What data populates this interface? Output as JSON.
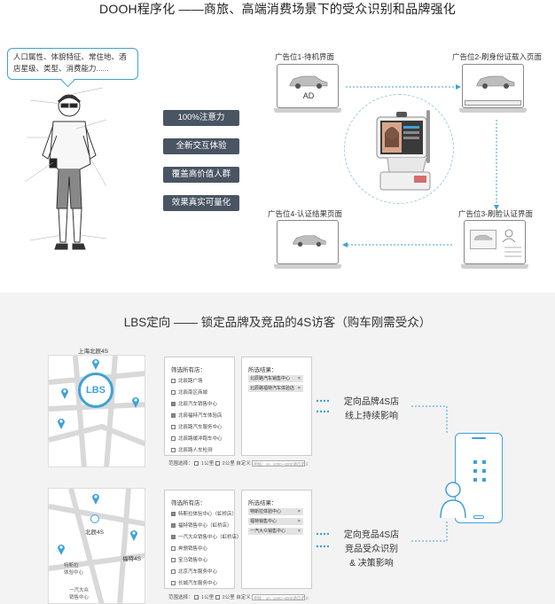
{
  "top": {
    "title": "DOOH程序化 ——商旅、高端消费场景下的受众识别和品牌强化",
    "bubble_text": "人口属性、体貌特征、常住地、酒店星级、类型、消费能力......",
    "pills": [
      "100%注意力",
      "全新交互体验",
      "覆盖高价值人群",
      "效果真实可量化"
    ],
    "ad_screens": [
      {
        "label": "广告位1-待机界面",
        "content": "AD"
      },
      {
        "label": "广告位2-刷身份证载入页面",
        "content": ""
      },
      {
        "label": "广告位4-认证结果页面",
        "content": ""
      },
      {
        "label": "广告位3-刷脸认证界面",
        "content": ""
      }
    ]
  },
  "bottom": {
    "title": "LBS定向 —— 锁定品牌及竞品的4S访客（购车刚需受众）",
    "map1": {
      "header": "上海北辰4S",
      "badge": "LBS"
    },
    "map2": {
      "label_north": "北辰4S",
      "label_east": "福特4S",
      "label_west": "特斯拉\n体验中心",
      "label_south": "一汽大众\n销售中心"
    },
    "panel1": {
      "title": "筛选所有店：",
      "options": [
        "北辰路广场",
        "北辰南区商城",
        "北辰汽车销售中心",
        "北辰福特汽车体验店",
        "北辰路汽车服务中心",
        "北辰路缓冲跑车中心",
        "北辰路人车检测"
      ],
      "checked": [
        false,
        false,
        true,
        true,
        false,
        false,
        false
      ]
    },
    "result1": {
      "title": "所选结果：",
      "chips": [
        "北辰路汽车销售中心",
        "北辰路福特汽车体验店"
      ]
    },
    "footer1": {
      "radius_label": "范围选择：",
      "opt1": "1公里",
      "opt2": "2公里",
      "custom_label": "自定义",
      "placeholder": "例如：1K, 1000~4000请自定义"
    },
    "panel2": {
      "title": "筛选所有店：",
      "options": [
        "特斯拉体验中心（虹桥店）",
        "福特销售中心（虹桥店）",
        "一汽大众销售中心（虹桥店）",
        "奔驰销售中心",
        "宝马销售中心",
        "北京汽车服务中心",
        "长城汽车服务中心"
      ],
      "checked": [
        true,
        true,
        true,
        false,
        false,
        false,
        false
      ]
    },
    "result2": {
      "title": "所选结果：",
      "chips": [
        "特斯拉体验中心",
        "福特销售中心",
        "一汽大众销售中心"
      ]
    },
    "footer2": {
      "radius_label": "范围选择：",
      "opt1": "1公里",
      "opt2": "2公里",
      "custom_label": "自定义",
      "placeholder": "例如：1K, 1000~4000请自定义"
    },
    "text1_line1": "定向品牌4S店",
    "text1_line2": "线上持续影响",
    "text2_line1": "定向竞品4S店",
    "text2_line2": "竞品受众识别",
    "text2_line3": "& 决策影响"
  },
  "colors": {
    "accent": "#3fa1d8",
    "pill_bg": "#4a5563",
    "bottom_bg": "#f3f3f3"
  }
}
